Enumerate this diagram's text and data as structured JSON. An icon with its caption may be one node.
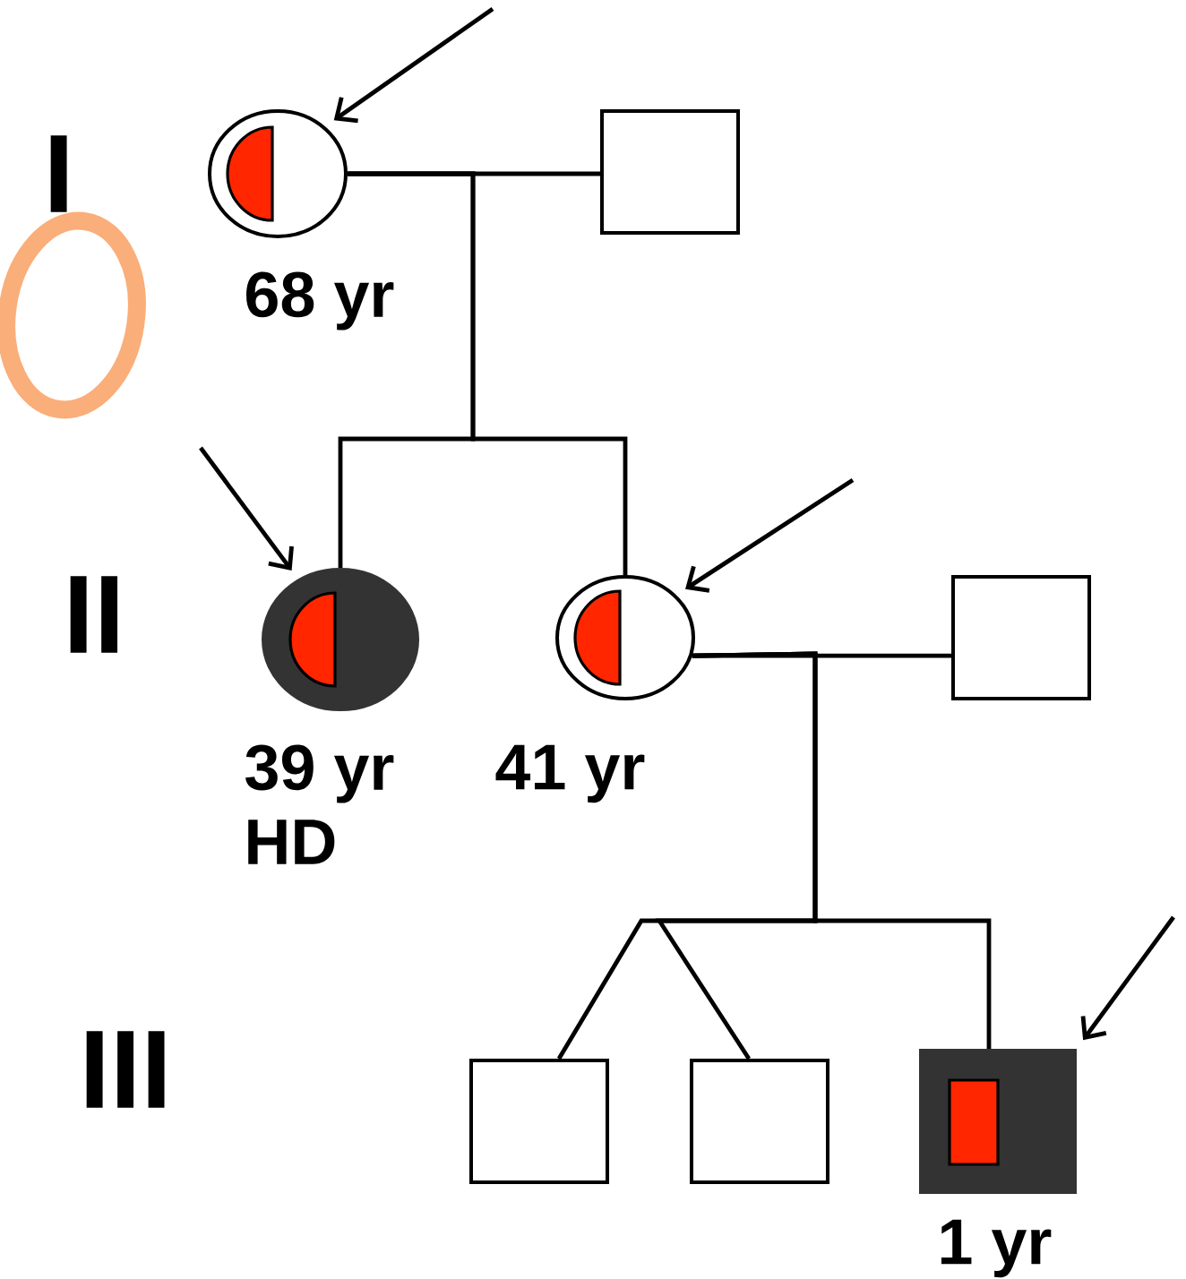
{
  "diagram": {
    "nodes": [
      {
        "text": [],
        "shape": "circle",
        "beside": [
          "68 yr"
        ]
      },
      {
        "text": [],
        "shape": "box"
      },
      {
        "text": [],
        "shape": "circle",
        "beside": [
          "39 yr",
          "HD"
        ]
      },
      {
        "text": [],
        "shape": "circle",
        "beside": [
          "41 yr"
        ]
      },
      {
        "text": [],
        "shape": "box"
      },
      {
        "text": [],
        "shape": "box"
      },
      {
        "text": [],
        "shape": "box"
      },
      {
        "text": [],
        "shape": "box",
        "beside": [
          "1 yr"
        ]
      }
    ],
    "edges": [
      {
        "from": 0,
        "to": 1,
        "arrow": "none"
      },
      {
        "from": 3,
        "to": 4,
        "arrow": "none"
      },
      {
        "from": 0,
        "to": 2,
        "arrow": "none"
      },
      {
        "from": 0,
        "to": 3,
        "arrow": "none"
      },
      {
        "from": 3,
        "to": 5,
        "arrow": "none"
      },
      {
        "from": 3,
        "to": 6,
        "arrow": "none"
      },
      {
        "from": 3,
        "to": 7,
        "arrow": "none"
      },
      {
        "from": null,
        "to": 0,
        "arrow": "to"
      },
      {
        "from": null,
        "to": 2,
        "arrow": "to"
      },
      {
        "from": null,
        "to": 3,
        "arrow": "to"
      },
      {
        "from": null,
        "to": 7,
        "arrow": "to"
      }
    ],
    "labels": [
      "I",
      "II",
      "III"
    ]
  }
}
